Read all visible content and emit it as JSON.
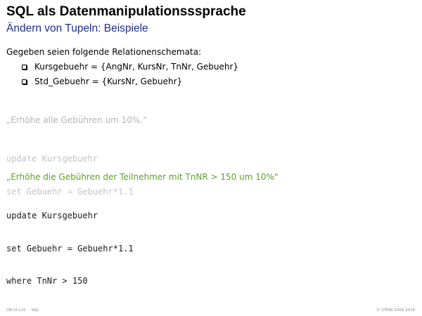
{
  "slide": {
    "title": "SQL als Datenmanipulationsssprache",
    "subtitle": "Ändern von Tupeln: Beispiele"
  },
  "intro": "Gegeben seien folgende Relationenschemata:",
  "schemas": [
    "Kursgebuehr = {AngNr, KursNr, TnNr, Gebuehr}",
    "Std_Gebuehr = {KursNr, Gebuehr}"
  ],
  "examples": [
    {
      "heading": "„Erhöhe alle Gebühren um 10%.“",
      "code": [
        "update Kursgebuehr",
        "set Gebuehr = Gebuehr*1.1"
      ]
    },
    {
      "heading": "„Erhöhe die Gebühren der Teilnehmer mit TnNR > 150 um 10%“",
      "code": [
        "update Kursgebuehr",
        "set Gebuehr = Gebuehr*1.1",
        "where TnNr > 150"
      ]
    }
  ],
  "footer": {
    "slide_number": "DB:VI-132",
    "section": "SQL",
    "copyright": "© STEIN 2004-2018"
  },
  "colors": {
    "subtitle": "#1b2f8a",
    "active_heading": "#5aa02c",
    "muted": "#b4b4b4"
  }
}
